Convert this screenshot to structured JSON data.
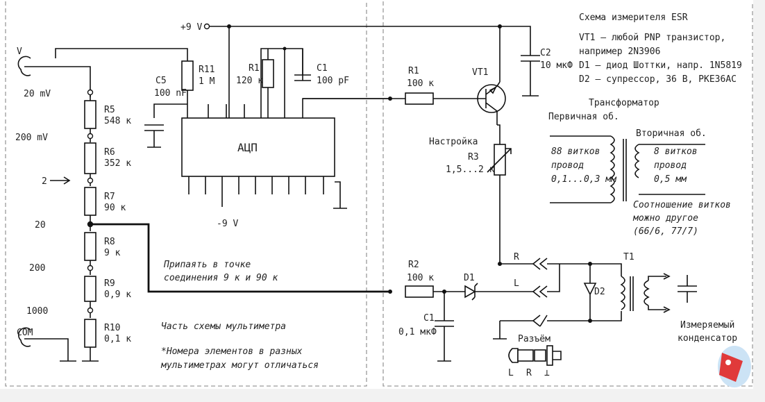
{
  "title": "Схема измерителя ESR",
  "notes": {
    "vt1": "VT1 – любой PNP транзистор,",
    "vt1b": "например 2N3906",
    "d1": "D1 – диод Шоттки, напр. 1N5819",
    "d2": "D2 – супрессор, 36 В, PKE36AC"
  },
  "transformer": {
    "title": "Трансформатор",
    "primary_title": "Первичная об.",
    "primary_1": "88 витков",
    "primary_2": "провод",
    "primary_3": "0,1...0,3 мм",
    "secondary_title": "Вторичная об.",
    "secondary_1": "8 витков",
    "secondary_2": "провод",
    "secondary_3": "0,5 мм",
    "ratio_1": "Соотношение витков",
    "ratio_2": "можно другое",
    "ratio_3": "(66/6, 77/7)"
  },
  "multimeter": {
    "v_label": "V",
    "com_label": "COM",
    "ranges": [
      "20 mV",
      "200 mV",
      "2",
      "20",
      "200",
      "1000"
    ],
    "r5": "R5",
    "r5v": "548 к",
    "r6": "R6",
    "r6v": "352 к",
    "r7": "R7",
    "r7v": "90 к",
    "r8": "R8",
    "r8v": "9 к",
    "r9": "R9",
    "r9v": "0,9 к",
    "r10": "R10",
    "r10v": "0,1 к",
    "r11": "R11",
    "r11v": "1 М",
    "r1": "R1",
    "r1v": "120 к",
    "c5": "C5",
    "c5v": "100 nF",
    "c1": "C1",
    "c1v": "100 pF",
    "adc": "АЦП",
    "plus9": "+9 V",
    "minus9": "-9 V",
    "solder_1": "Припаять в точке",
    "solder_2": "соединения 9 к и 90 к",
    "part_note": "Часть схемы мультиметра",
    "numbers_note_1": "*Номера элементов в разных",
    "numbers_note_2": "мультиметрах могут отличаться"
  },
  "esr": {
    "r1": "R1",
    "r1v": "100 к",
    "vt1": "VT1",
    "c2": "C2",
    "c2v": "10 мкФ",
    "setup": "Настройка",
    "r3": "R3",
    "r3v": "1,5...2 к",
    "r2": "R2",
    "r2v": "100 к",
    "d1": "D1",
    "c1": "C1",
    "c1v": "0,1 мкФ",
    "pin_r": "R",
    "pin_l": "L",
    "d2": "D2",
    "t1": "T1",
    "measured_1": "Измеряемый",
    "measured_2": "конденсатор",
    "connector": "Разъём",
    "plug_l": "L",
    "plug_r": "R",
    "plug_gnd": "⊥"
  }
}
